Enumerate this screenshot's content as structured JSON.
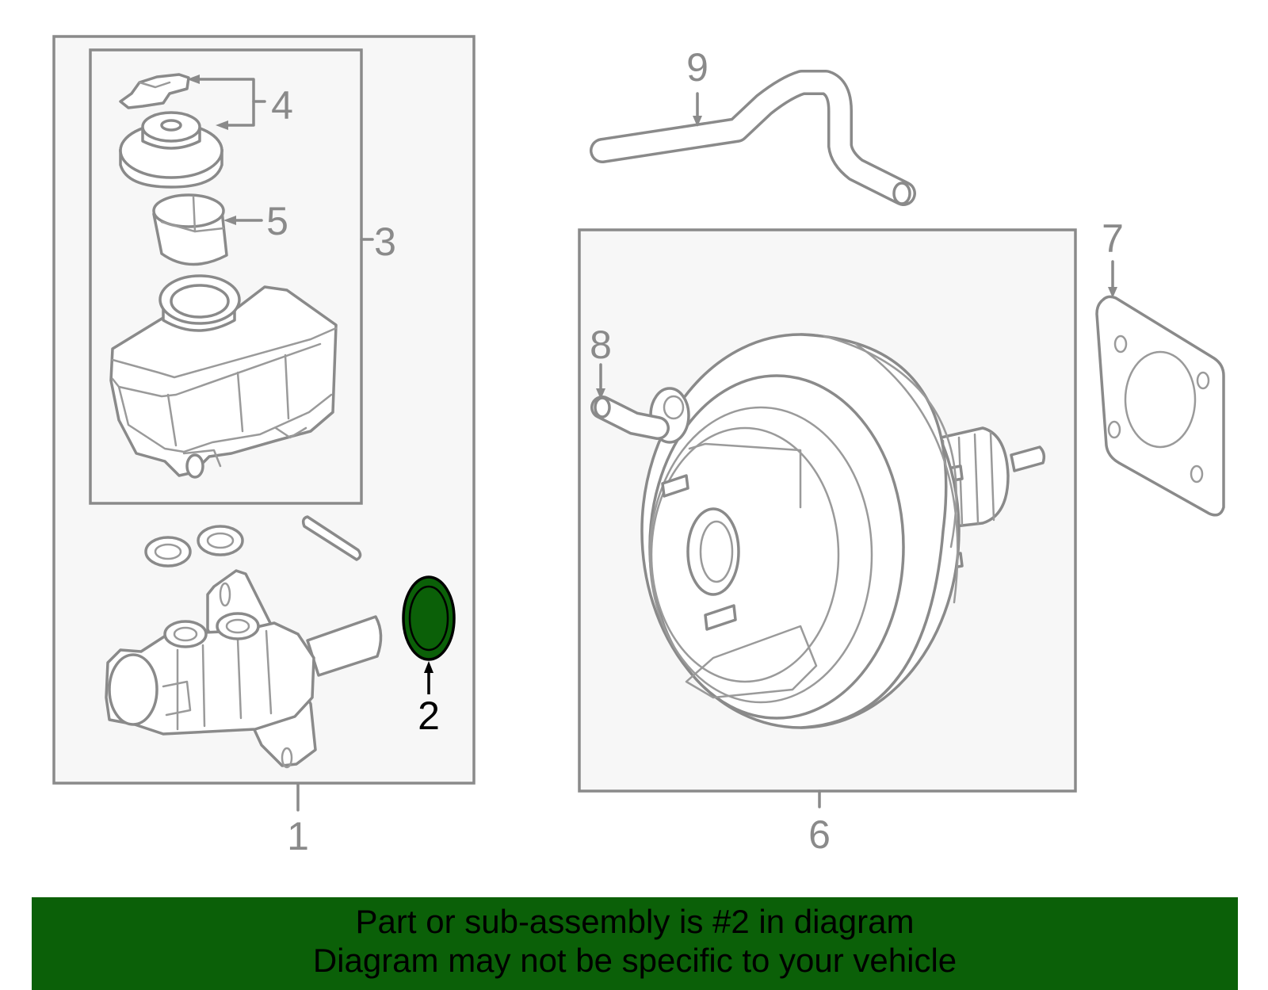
{
  "callouts": {
    "c1": "1",
    "c2": "2",
    "c3": "3",
    "c4": "4",
    "c5": "5",
    "c6": "6",
    "c7": "7",
    "c8": "8",
    "c9": "9"
  },
  "highlight": {
    "part_number": "2",
    "color": "#0b6008"
  },
  "banner": {
    "line1": "Part or sub-assembly is #2 in diagram",
    "line2": "Diagram may not be specific to your vehicle",
    "background": "#0b6008"
  }
}
